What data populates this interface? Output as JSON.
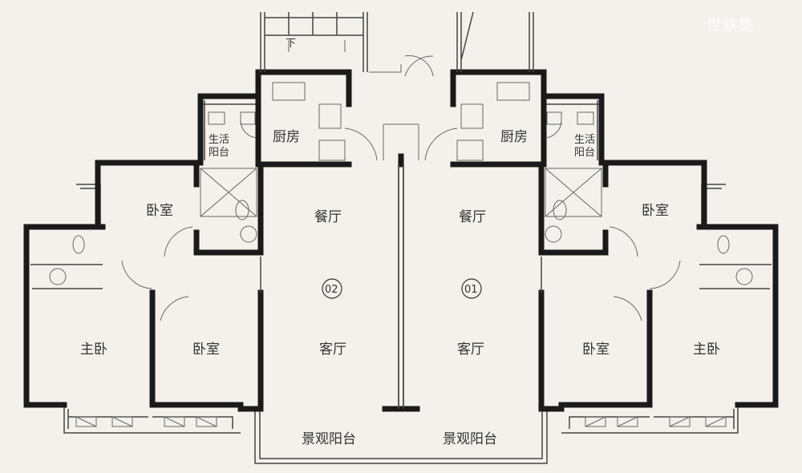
{
  "watermark": "世联集",
  "units": [
    {
      "id": "02",
      "rooms": {
        "kitchen": "厨房",
        "utility_balcony_1": "生活",
        "utility_balcony_2": "阳台",
        "bedroom_top": "卧室",
        "dining": "餐厅",
        "master": "主卧",
        "bedroom": "卧室",
        "living": "客厅",
        "view_balcony": "景观阳台"
      }
    },
    {
      "id": "01",
      "rooms": {
        "kitchen": "厨房",
        "utility_balcony_1": "生活",
        "utility_balcony_2": "阳台",
        "bedroom_top": "卧室",
        "dining": "餐厅",
        "master": "主卧",
        "bedroom": "卧室",
        "living": "客厅",
        "view_balcony": "景观阳台"
      }
    }
  ],
  "stair_label": "下"
}
